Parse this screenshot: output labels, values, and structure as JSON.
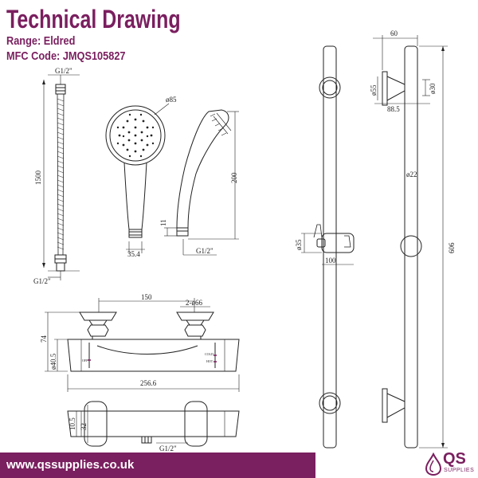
{
  "header": {
    "title": "Technical Drawing",
    "range_label": "Range:",
    "range_value": "Eldred",
    "mfc_label": "MFC Code:",
    "mfc_value": "JMQS105827"
  },
  "dimensions": {
    "hose_top": "G1/2\"",
    "hose_length": "1500",
    "hose_bottom": "G1/2\"",
    "head_diameter": "ø85",
    "head_width": "35.4",
    "head_height": "200",
    "head_conn_h": "11",
    "head_thread": "G1/2\"",
    "valve_centres": "150",
    "valve_inlets": "2-ø66",
    "valve_height": "74",
    "valve_body_dia": "ø40.5",
    "valve_length": "256.6",
    "valve_depth_a": "10.5",
    "valve_depth_b": "32",
    "valve_outlet": "G1/2\"",
    "rail_bracket_w": "60",
    "rail_bracket_dia": "ø55",
    "rail_bracket_inner": "ø30",
    "rail_projection": "88.5",
    "rail_tube_dia": "ø22",
    "rail_length": "606",
    "slider_dia": "ø35",
    "slider_proj": "100"
  },
  "valve_labels": {
    "off": "OFF",
    "cold": "COLD",
    "hot": "HOT"
  },
  "footer": {
    "url": "www.qssupplies.co.uk",
    "brand": "QS",
    "brand_sub": "SUPPLIES"
  },
  "colors": {
    "brand": "#7a1f5f",
    "line": "#222222"
  }
}
